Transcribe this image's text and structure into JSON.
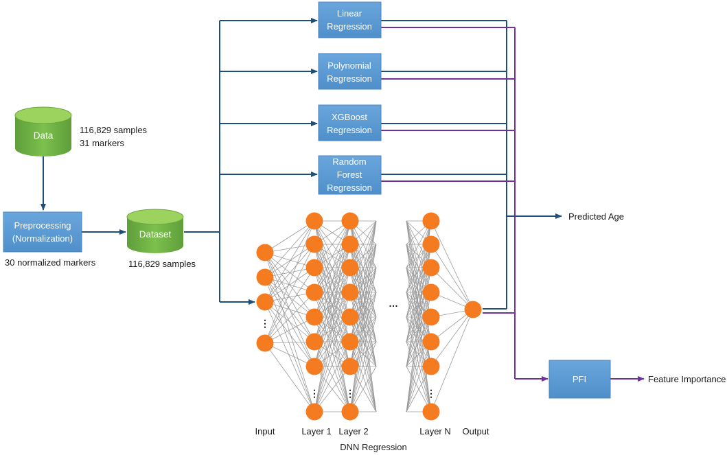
{
  "nodes": {
    "data_store": {
      "label": "Data",
      "note_lines": [
        "116,829 samples",
        "31 markers"
      ]
    },
    "preprocessing": {
      "label_lines": [
        "Preprocessing",
        "(Normalization)"
      ],
      "note": "30 normalized markers"
    },
    "dataset": {
      "label": "Dataset",
      "note": "116,829 samples"
    },
    "models": [
      {
        "label_lines": [
          "Linear",
          "Regression"
        ]
      },
      {
        "label_lines": [
          "Polynomial",
          "Regression"
        ]
      },
      {
        "label_lines": [
          "XGBoost",
          "Regression"
        ]
      },
      {
        "label_lines": [
          "Random",
          "Forest",
          "Regression"
        ]
      }
    ],
    "pfi": {
      "label": "PFI"
    }
  },
  "outputs": {
    "predicted_age": "Predicted Age",
    "feature_importance": "Feature Importance"
  },
  "dnn": {
    "title": "DNN Regression",
    "layer_labels": [
      "Input",
      "Layer 1",
      "Layer 2",
      "Layer N",
      "Output"
    ],
    "ellipsis": "…",
    "vertical_ellipsis": "⋮"
  },
  "colors": {
    "box_fill": "#5b9bd5",
    "box_stroke": "#4a86c0",
    "cylinder_fill": "#70ad47",
    "cylinder_top": "#92d050",
    "node_fill": "#f47b20",
    "blue_line": "#1f4e79",
    "purple_line": "#7030a0",
    "net_line": "#9a9a9a"
  }
}
